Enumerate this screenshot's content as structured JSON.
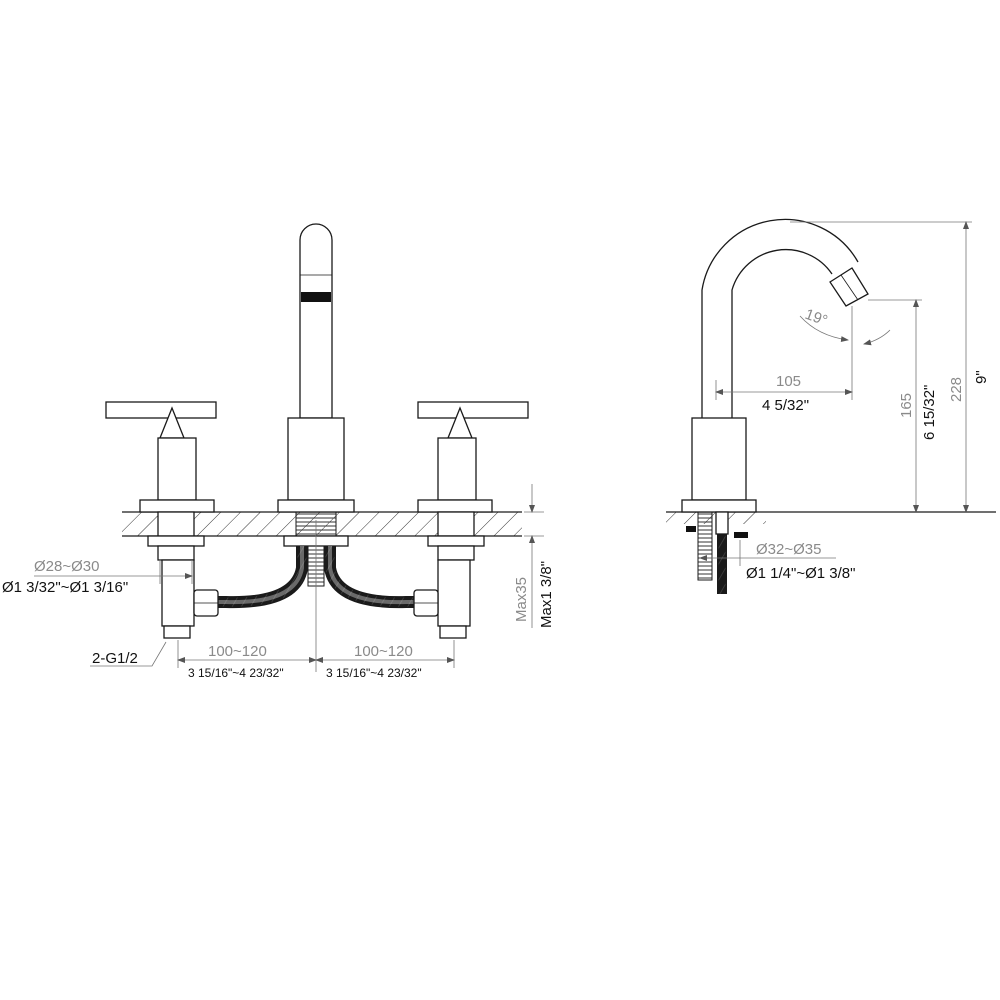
{
  "front_view": {
    "base_diameter_mm": "Ø28~Ø30",
    "base_diameter_in": "Ø1 3/32\"~Ø1 3/16\"",
    "deck_thickness_mm": "Max35",
    "deck_thickness_in": "Max1 3/8\"",
    "connection": "2-G1/2",
    "left_spacing_mm": "100~120",
    "left_spacing_in": "3 15/16\"~4 23/32\"",
    "right_spacing_mm": "100~120",
    "right_spacing_in": "3 15/16\"~4 23/32\""
  },
  "side_view": {
    "spout_angle": "19°",
    "spout_reach_mm": "105",
    "spout_reach_in": "4 5/32\"",
    "outlet_height_mm": "165",
    "outlet_height_in": "6 15/32\"",
    "total_height_mm": "228",
    "total_height_in": "9\"",
    "hole_diameter_mm": "Ø32~Ø35",
    "hole_diameter_in": "Ø1 1/4\"~Ø1 3/8\""
  },
  "colors": {
    "line": "#1a1a1a",
    "dimension": "#777777",
    "hatch": "#333333"
  }
}
